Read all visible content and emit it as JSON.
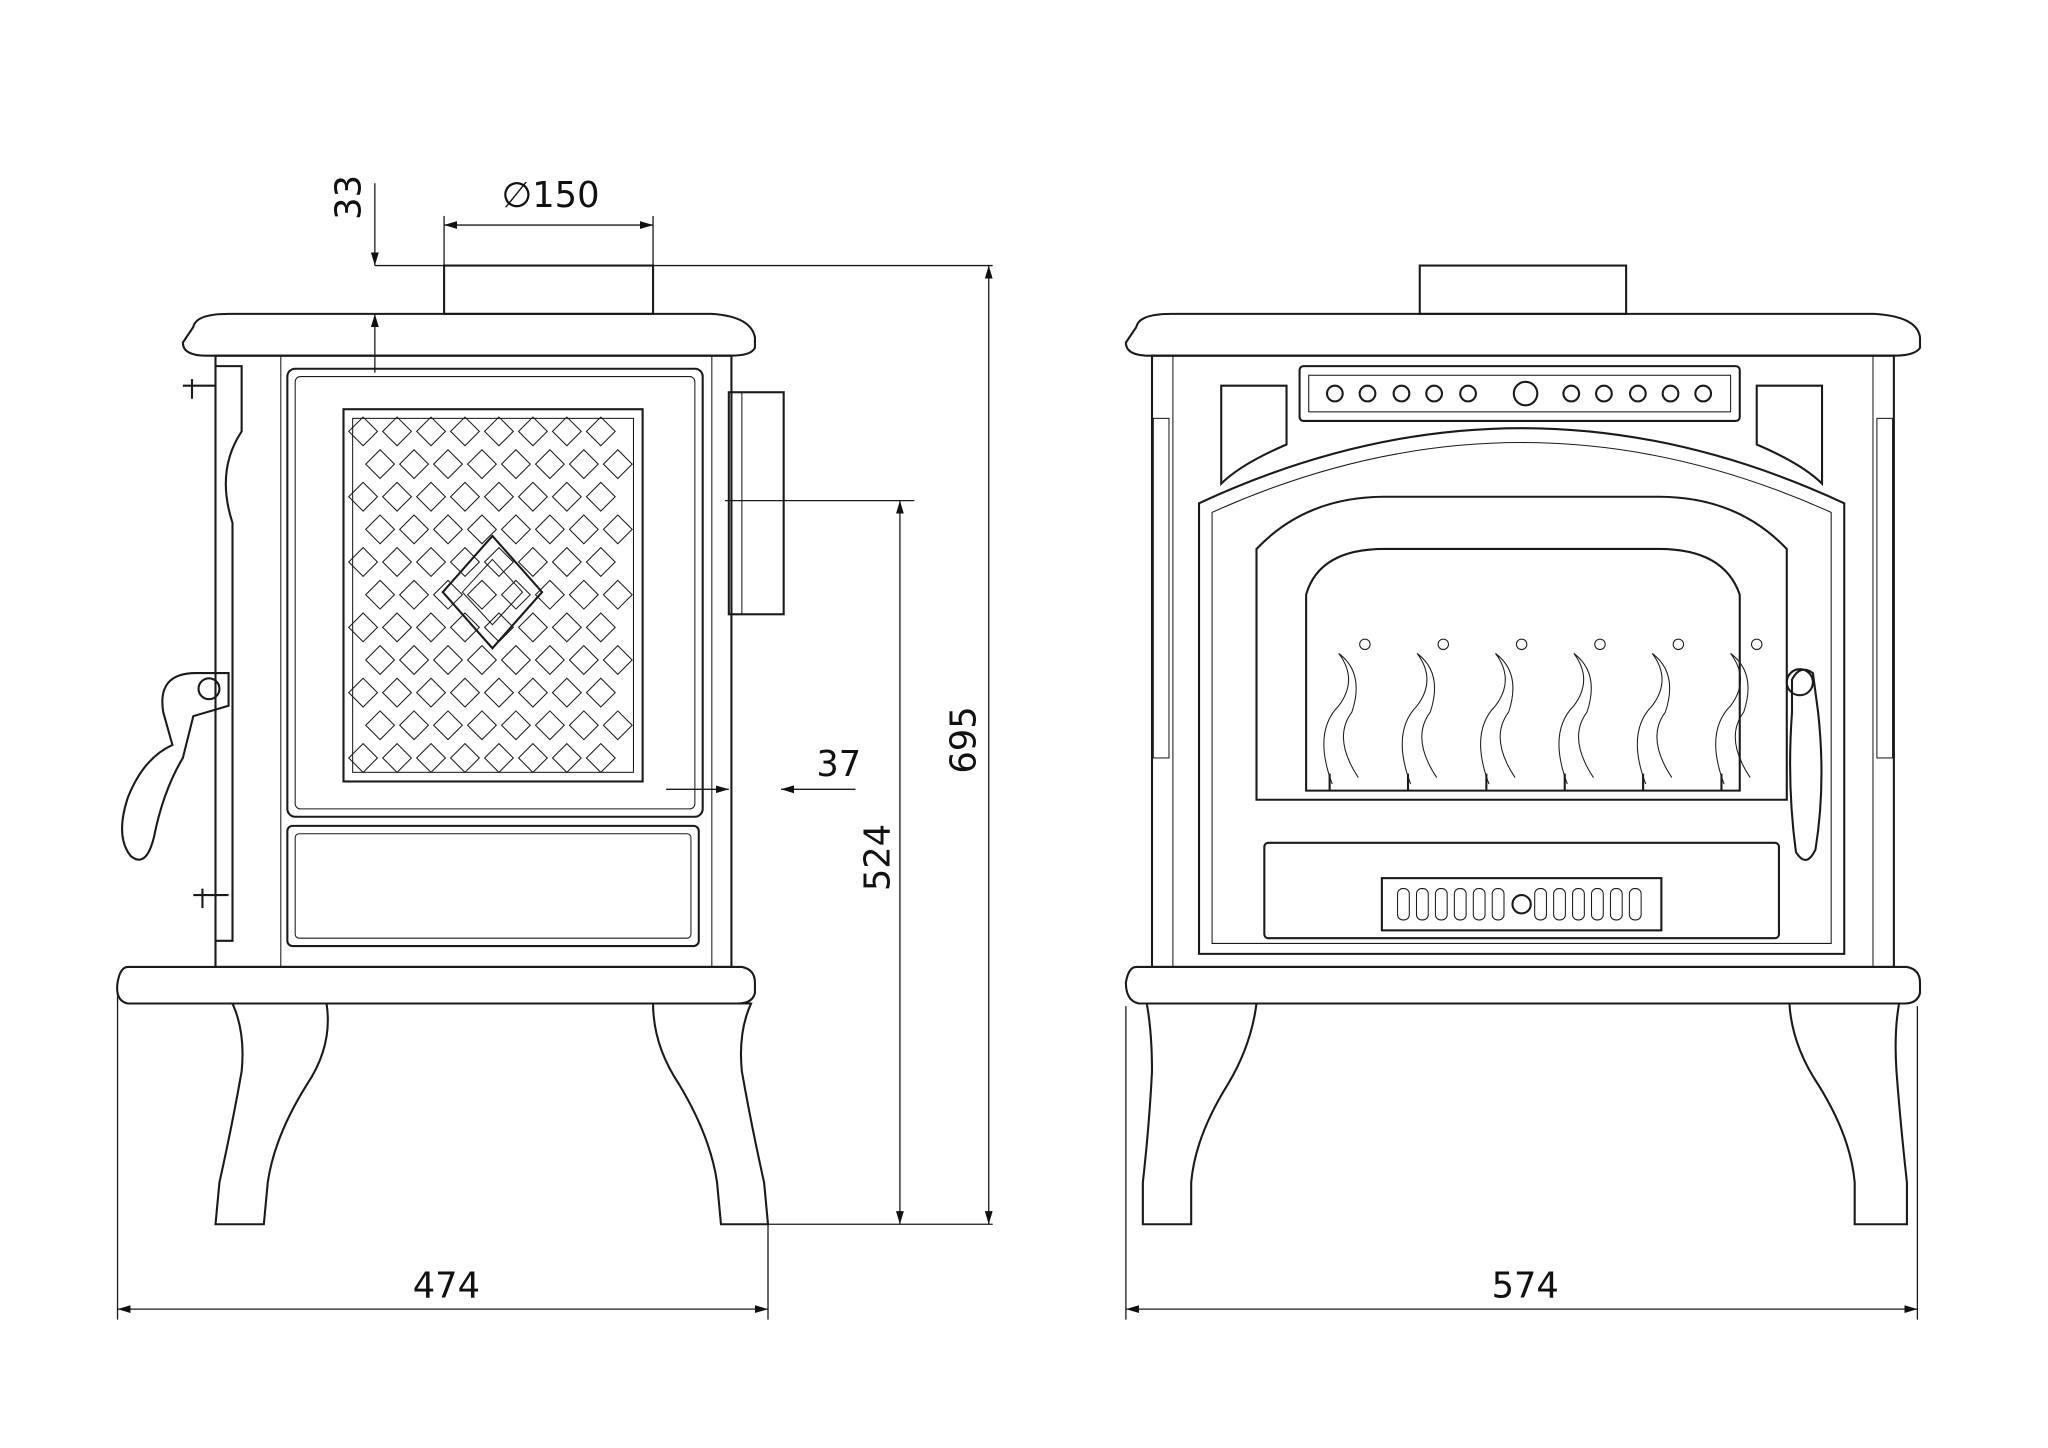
{
  "drawing": {
    "side_view": {
      "dimensions": {
        "flue_offset": "33",
        "flue_diameter": "∅150",
        "rear_outlet_depth": "37",
        "outlet_height": "524",
        "total_height": "695",
        "depth": "474"
      }
    },
    "front_view": {
      "dimensions": {
        "width": "574"
      }
    },
    "colors": {
      "line": "#1a1a1a",
      "background": "#ffffff"
    }
  }
}
